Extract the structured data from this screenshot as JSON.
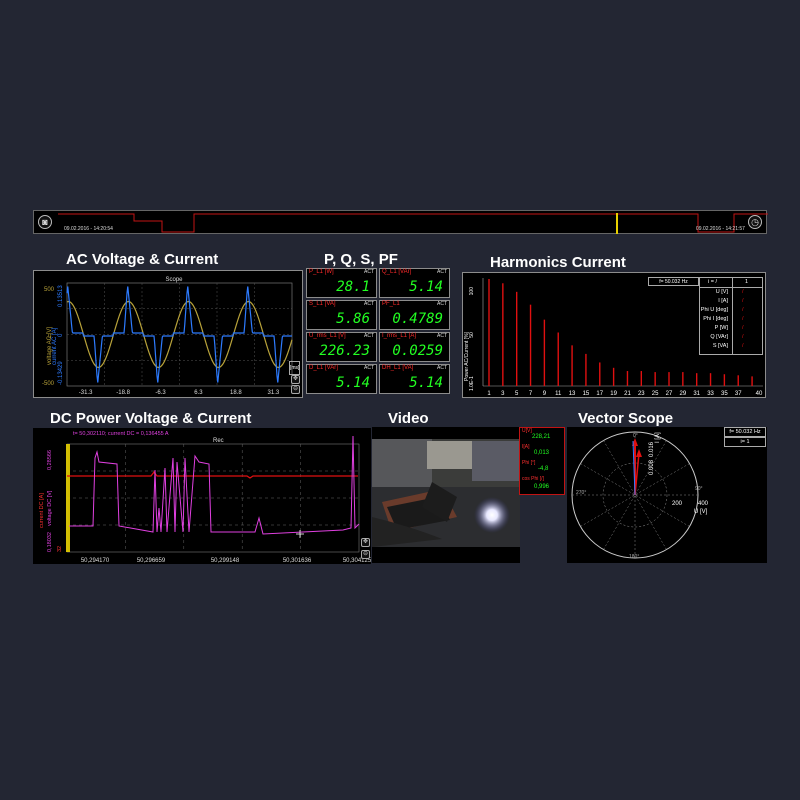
{
  "colors": {
    "background": "#232633",
    "voltage_trace": "#b8a23a",
    "current_trace": "#2d7bff",
    "dc_trace": "#e040e0",
    "dc_red": "#e01010",
    "meter_label": "#ff2a2a",
    "meter_value": "#22ff22",
    "harmonic_bar": "#e01010"
  },
  "timeline": {
    "start": "09.02.2016 - 14:20:54",
    "end": "09.02.2016 - 14:21:57",
    "left_icon": "camera-icon",
    "right_icon": "clock-icon"
  },
  "ac_panel": {
    "title": "AC Voltage & Current",
    "scope_label": "Scope",
    "y_left_ticks": [
      "500",
      "0",
      "-500"
    ],
    "y_left_label": "voltage AC [V]",
    "y_right_ticks": [
      "0.13513",
      "0",
      "-0.13429"
    ],
    "y_right_label": "current AC [A]",
    "x_ticks": [
      "-31.3",
      "-18.8",
      "-6.3",
      "6.3",
      "18.8",
      "31.3"
    ],
    "x_unit": "[ms]"
  },
  "pq_panel": {
    "title": "P, Q, S, PF",
    "meters": [
      {
        "label": "P_L1 [W]",
        "act": "ACT",
        "value": "28.1"
      },
      {
        "label": "Q_L1 [VAr]",
        "act": "ACT",
        "value": "5.14"
      },
      {
        "label": "S_L1 [VA]",
        "act": "ACT",
        "value": "5.86"
      },
      {
        "label": "PF_L1",
        "act": "ACT",
        "value": "0.4789"
      },
      {
        "label": "U_rms_L1 [V]",
        "act": "ACT",
        "value": "226.23"
      },
      {
        "label": "I_rms_L1 [A]",
        "act": "ACT",
        "value": "0.0259"
      },
      {
        "label": "D_L1 [VAr]",
        "act": "ACT",
        "value": "5.14"
      },
      {
        "label": "DH_L1 [VA]",
        "act": "ACT",
        "value": "5.14"
      }
    ]
  },
  "harmonics_panel": {
    "title": "Harmonics Current",
    "freq": "f= 50.032 Hz",
    "y_label": "Power AC/Current [%]",
    "y_ticks": [
      "100",
      "50",
      "1.0E-1"
    ],
    "table_header": [
      "i = /",
      "1"
    ],
    "table_rows": [
      {
        "name": "U [V]",
        "value": "/"
      },
      {
        "name": "I [A]",
        "value": "/"
      },
      {
        "name": "Phi U [deg]",
        "value": "/"
      },
      {
        "name": "Phi I [deg]",
        "value": "/"
      },
      {
        "name": "P [W]",
        "value": "/"
      },
      {
        "name": "Q [VAr]",
        "value": "/"
      },
      {
        "name": "S [VA]",
        "value": "/"
      }
    ]
  },
  "dc_panel": {
    "title": "DC Power Voltage & Current",
    "status": "t= 50,302110; current DC = 0,136455 A",
    "rec_label": "Rec",
    "y_left_label": "current DC [A]",
    "y_right_label": "voltage DC [V]",
    "y_ticks_top": "0,28566",
    "y_ticks_bottom": "0,18032",
    "y_ticks_left_bottom": "32",
    "x_ticks": [
      "50,294170",
      "50,296659",
      "50,299148",
      "50,301636",
      "50,304125"
    ]
  },
  "video_panel": {
    "title": "Video",
    "readouts": [
      {
        "label": "U[V]",
        "value": "228,21"
      },
      {
        "label": "I[A]",
        "value": "0,013"
      },
      {
        "label": "Phi [°]",
        "value": "-4,8"
      },
      {
        "label": "cos Phi [/]",
        "value": "0,996"
      }
    ]
  },
  "vector_panel": {
    "title": "Vector Scope",
    "freq": "f= 50.032 Hz",
    "index": "i= 1",
    "angle_labels": [
      "0°",
      "90°",
      "180°",
      "270°"
    ],
    "ring_labels": [
      "200",
      "400"
    ],
    "u_label": "U [V]",
    "i_label": "I [A]",
    "i_ticks": [
      "0.008",
      "0.016"
    ]
  },
  "chart_data": [
    {
      "type": "line",
      "title": "Scope",
      "xlabel": "[ms]",
      "x_ticks": [
        -31.3,
        -18.8,
        -6.3,
        6.3,
        18.8,
        31.3
      ],
      "xlim": [
        -37.5,
        37.5
      ],
      "series": [
        {
          "name": "voltage AC [V]",
          "ylim": [
            -500,
            500
          ],
          "amplitude": 320,
          "period_ms": 20
        },
        {
          "name": "current AC [A]",
          "ylim": [
            -0.13429,
            0.13513
          ],
          "peak": 0.13
        }
      ]
    },
    {
      "type": "bar",
      "title": "Harmonics Current",
      "ylabel": "Power AC/Current [%]",
      "categories": [
        1,
        3,
        5,
        7,
        9,
        11,
        13,
        15,
        17,
        19,
        21,
        23,
        25,
        27,
        29,
        31,
        33,
        35,
        37,
        39
      ],
      "values": [
        100,
        96,
        88,
        76,
        62,
        50,
        38,
        30,
        22,
        17,
        14,
        14,
        13,
        13,
        13,
        12,
        12,
        11,
        10,
        9
      ],
      "x_ticks": [
        1,
        3,
        5,
        7,
        9,
        11,
        13,
        15,
        17,
        19,
        21,
        23,
        25,
        27,
        29,
        31,
        33,
        35,
        37,
        40
      ],
      "ylim": [
        0,
        100
      ]
    }
  ]
}
